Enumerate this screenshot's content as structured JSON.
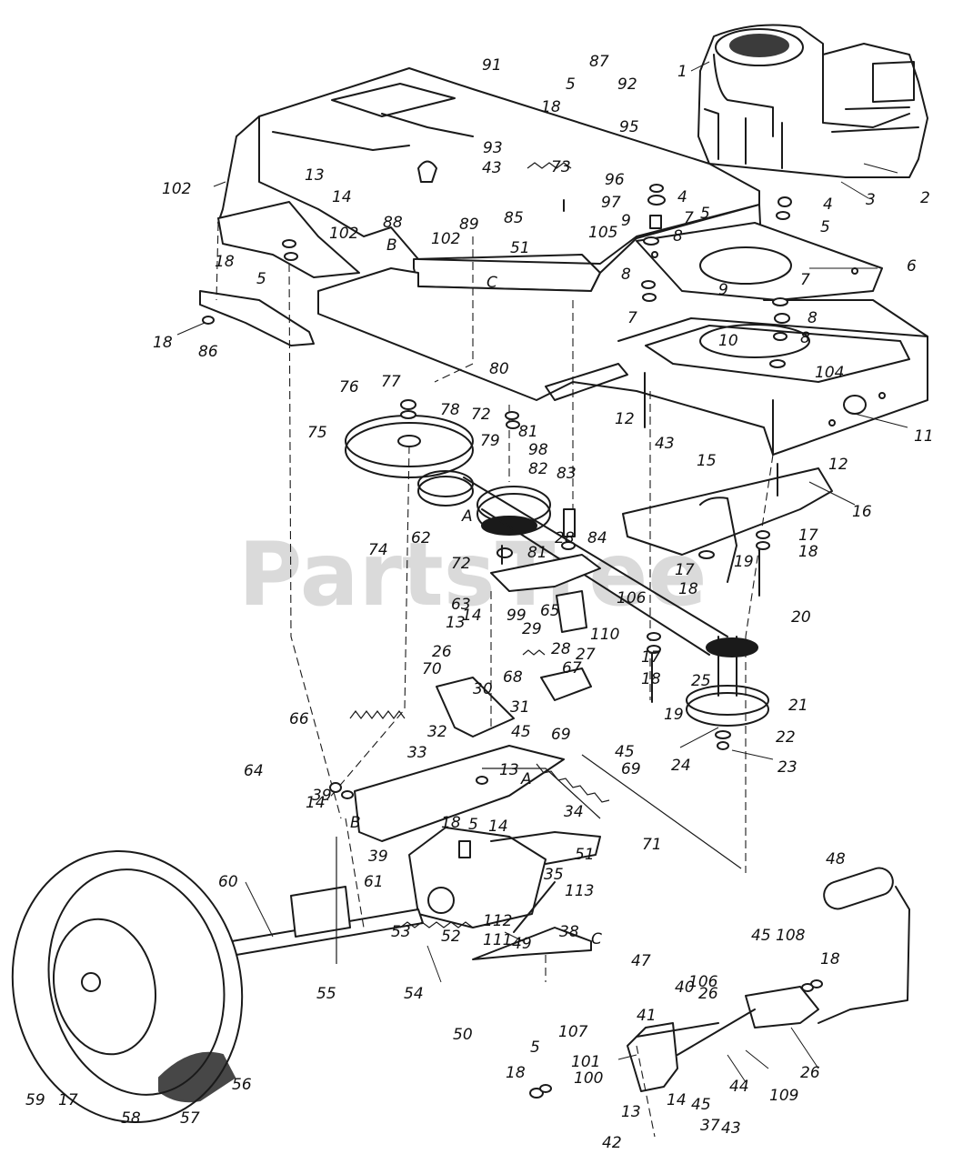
{
  "watermark": "PartsTree",
  "callouts": [
    {
      "id": "c1",
      "label": "1"
    },
    {
      "id": "c2",
      "label": "2"
    },
    {
      "id": "c3",
      "label": "3"
    },
    {
      "id": "c4",
      "label": "4"
    },
    {
      "id": "c4b",
      "label": "4"
    },
    {
      "id": "c5",
      "label": "5"
    },
    {
      "id": "c5b",
      "label": "5"
    },
    {
      "id": "c5c",
      "label": "5"
    },
    {
      "id": "c5d",
      "label": "5"
    },
    {
      "id": "c5e",
      "label": "5"
    },
    {
      "id": "c5f",
      "label": "5"
    },
    {
      "id": "c6",
      "label": "6"
    },
    {
      "id": "c7",
      "label": "7"
    },
    {
      "id": "c7b",
      "label": "7"
    },
    {
      "id": "c7c",
      "label": "7"
    },
    {
      "id": "c8",
      "label": "8"
    },
    {
      "id": "c8b",
      "label": "8"
    },
    {
      "id": "c8c",
      "label": "8"
    },
    {
      "id": "c8d",
      "label": "8"
    },
    {
      "id": "c9",
      "label": "9"
    },
    {
      "id": "c9b",
      "label": "9"
    },
    {
      "id": "c10",
      "label": "10"
    },
    {
      "id": "c11",
      "label": "11"
    },
    {
      "id": "c12",
      "label": "12"
    },
    {
      "id": "c12b",
      "label": "12"
    },
    {
      "id": "c13",
      "label": "13"
    },
    {
      "id": "c13b",
      "label": "13"
    },
    {
      "id": "c13c",
      "label": "13"
    },
    {
      "id": "c13d",
      "label": "13"
    },
    {
      "id": "c14",
      "label": "14"
    },
    {
      "id": "c14b",
      "label": "14"
    },
    {
      "id": "c14c",
      "label": "14"
    },
    {
      "id": "c14d",
      "label": "14"
    },
    {
      "id": "c14e",
      "label": "14"
    },
    {
      "id": "c15",
      "label": "15"
    },
    {
      "id": "c16",
      "label": "16"
    },
    {
      "id": "c17",
      "label": "17"
    },
    {
      "id": "c17b",
      "label": "17"
    },
    {
      "id": "c17c",
      "label": "17"
    },
    {
      "id": "c17d",
      "label": "17"
    },
    {
      "id": "c18",
      "label": "18"
    },
    {
      "id": "c18b",
      "label": "18"
    },
    {
      "id": "c18c",
      "label": "18"
    },
    {
      "id": "c18d",
      "label": "18"
    },
    {
      "id": "c18e",
      "label": "18"
    },
    {
      "id": "c18f",
      "label": "18"
    },
    {
      "id": "c18g",
      "label": "18"
    },
    {
      "id": "c18h",
      "label": "18"
    },
    {
      "id": "c18i",
      "label": "18"
    },
    {
      "id": "c19",
      "label": "19"
    },
    {
      "id": "c19b",
      "label": "19"
    },
    {
      "id": "c20",
      "label": "20"
    },
    {
      "id": "c21",
      "label": "21"
    },
    {
      "id": "c22",
      "label": "22"
    },
    {
      "id": "c23",
      "label": "23"
    },
    {
      "id": "c24",
      "label": "24"
    },
    {
      "id": "c25",
      "label": "25"
    },
    {
      "id": "c26",
      "label": "26"
    },
    {
      "id": "c26b",
      "label": "26"
    },
    {
      "id": "c26c",
      "label": "26"
    },
    {
      "id": "c27",
      "label": "27"
    },
    {
      "id": "c28",
      "label": "28"
    },
    {
      "id": "c28b",
      "label": "28"
    },
    {
      "id": "c29",
      "label": "29"
    },
    {
      "id": "c30",
      "label": "30"
    },
    {
      "id": "c31",
      "label": "31"
    },
    {
      "id": "c32",
      "label": "32"
    },
    {
      "id": "c33",
      "label": "33"
    },
    {
      "id": "c34",
      "label": "34"
    },
    {
      "id": "c35",
      "label": "35"
    },
    {
      "id": "c37",
      "label": "37"
    },
    {
      "id": "c38",
      "label": "38"
    },
    {
      "id": "c39",
      "label": "39"
    },
    {
      "id": "c39b",
      "label": "39"
    },
    {
      "id": "c40",
      "label": "40"
    },
    {
      "id": "c41",
      "label": "41"
    },
    {
      "id": "c42",
      "label": "42"
    },
    {
      "id": "c43",
      "label": "43"
    },
    {
      "id": "c43b",
      "label": "43"
    },
    {
      "id": "c43c",
      "label": "43"
    },
    {
      "id": "c44",
      "label": "44"
    },
    {
      "id": "c45",
      "label": "45"
    },
    {
      "id": "c45b",
      "label": "45"
    },
    {
      "id": "c45c",
      "label": "45"
    },
    {
      "id": "c45d",
      "label": "45"
    },
    {
      "id": "c47",
      "label": "47"
    },
    {
      "id": "c48",
      "label": "48"
    },
    {
      "id": "c49",
      "label": "49"
    },
    {
      "id": "c50",
      "label": "50"
    },
    {
      "id": "c51",
      "label": "51"
    },
    {
      "id": "c51b",
      "label": "51"
    },
    {
      "id": "c52",
      "label": "52"
    },
    {
      "id": "c53",
      "label": "53"
    },
    {
      "id": "c54",
      "label": "54"
    },
    {
      "id": "c55",
      "label": "55"
    },
    {
      "id": "c56",
      "label": "56"
    },
    {
      "id": "c57",
      "label": "57"
    },
    {
      "id": "c58",
      "label": "58"
    },
    {
      "id": "c59",
      "label": "59"
    },
    {
      "id": "c60",
      "label": "60"
    },
    {
      "id": "c61",
      "label": "61"
    },
    {
      "id": "c62",
      "label": "62"
    },
    {
      "id": "c63",
      "label": "63"
    },
    {
      "id": "c64",
      "label": "64"
    },
    {
      "id": "c65",
      "label": "65"
    },
    {
      "id": "c66",
      "label": "66"
    },
    {
      "id": "c67",
      "label": "67"
    },
    {
      "id": "c68",
      "label": "68"
    },
    {
      "id": "c69",
      "label": "69"
    },
    {
      "id": "c69b",
      "label": "69"
    },
    {
      "id": "c70",
      "label": "70"
    },
    {
      "id": "c71",
      "label": "71"
    },
    {
      "id": "c72",
      "label": "72"
    },
    {
      "id": "c72b",
      "label": "72"
    },
    {
      "id": "c73",
      "label": "73"
    },
    {
      "id": "c74",
      "label": "74"
    },
    {
      "id": "c75",
      "label": "75"
    },
    {
      "id": "c76",
      "label": "76"
    },
    {
      "id": "c77",
      "label": "77"
    },
    {
      "id": "c78",
      "label": "78"
    },
    {
      "id": "c79",
      "label": "79"
    },
    {
      "id": "c80",
      "label": "80"
    },
    {
      "id": "c81",
      "label": "81"
    },
    {
      "id": "c81b",
      "label": "81"
    },
    {
      "id": "c82",
      "label": "82"
    },
    {
      "id": "c83",
      "label": "83"
    },
    {
      "id": "c84",
      "label": "84"
    },
    {
      "id": "c85",
      "label": "85"
    },
    {
      "id": "c86",
      "label": "86"
    },
    {
      "id": "c87",
      "label": "87"
    },
    {
      "id": "c88",
      "label": "88"
    },
    {
      "id": "c89",
      "label": "89"
    },
    {
      "id": "c91",
      "label": "91"
    },
    {
      "id": "c92",
      "label": "92"
    },
    {
      "id": "c93",
      "label": "93"
    },
    {
      "id": "c95",
      "label": "95"
    },
    {
      "id": "c96",
      "label": "96"
    },
    {
      "id": "c97",
      "label": "97"
    },
    {
      "id": "c98",
      "label": "98"
    },
    {
      "id": "c99",
      "label": "99"
    },
    {
      "id": "c100",
      "label": "100"
    },
    {
      "id": "c101",
      "label": "101"
    },
    {
      "id": "c102",
      "label": "102"
    },
    {
      "id": "c102b",
      "label": "102"
    },
    {
      "id": "c102c",
      "label": "102"
    },
    {
      "id": "c104",
      "label": "104"
    },
    {
      "id": "c105",
      "label": "105"
    },
    {
      "id": "c106",
      "label": "106"
    },
    {
      "id": "c106b",
      "label": "106"
    },
    {
      "id": "c107",
      "label": "107"
    },
    {
      "id": "c108",
      "label": "108"
    },
    {
      "id": "c109",
      "label": "109"
    },
    {
      "id": "c110",
      "label": "110"
    },
    {
      "id": "c111",
      "label": "111"
    },
    {
      "id": "c112",
      "label": "112"
    },
    {
      "id": "c113",
      "label": "113"
    },
    {
      "id": "cA",
      "label": "A"
    },
    {
      "id": "cA2",
      "label": "A"
    },
    {
      "id": "cB",
      "label": "B"
    },
    {
      "id": "cB2",
      "label": "B"
    },
    {
      "id": "cC",
      "label": "C"
    },
    {
      "id": "cC2",
      "label": "C"
    }
  ]
}
